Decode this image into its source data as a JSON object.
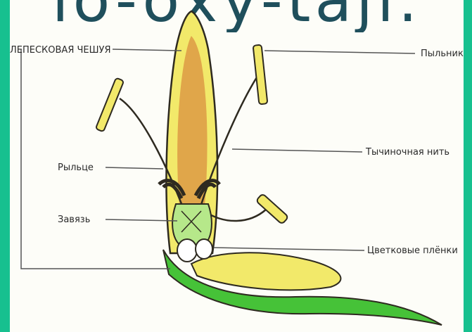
{
  "slide": {
    "heading_fragment": "lo-oxy-taji.",
    "colors": {
      "frame": "#17c08f",
      "heading": "#1f4f5c",
      "outline": "#2e2a20",
      "scale_yellow": "#f2e96a",
      "inner_orange": "#e0a64a",
      "green": "#46c238",
      "light_green": "#b6e88a",
      "leader_line": "#555555"
    }
  },
  "labels": {
    "glume": "ЛЕПЕСКОВАЯ ЧЕШУЯ",
    "anther": "Пыльник",
    "stigma": "Рыльце",
    "filament": "Тычиночная нить",
    "ovary": "Завязь",
    "lodicules": "Цветковые плёнки"
  }
}
